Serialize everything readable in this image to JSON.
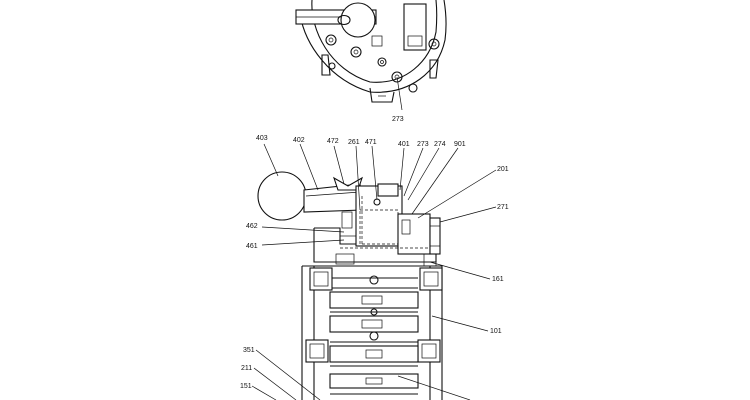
{
  "callouts": [
    {
      "id": "c273_top",
      "text": "273"
    },
    {
      "id": "c403",
      "text": "403"
    },
    {
      "id": "c402",
      "text": "402"
    },
    {
      "id": "c472",
      "text": "472"
    },
    {
      "id": "c261",
      "text": "261"
    },
    {
      "id": "c471",
      "text": "471"
    },
    {
      "id": "c401",
      "text": "401"
    },
    {
      "id": "c273",
      "text": "273"
    },
    {
      "id": "c274",
      "text": "274"
    },
    {
      "id": "c901",
      "text": "901"
    },
    {
      "id": "c201",
      "text": "201"
    },
    {
      "id": "c271",
      "text": "271"
    },
    {
      "id": "c462",
      "text": "462"
    },
    {
      "id": "c461",
      "text": "461"
    },
    {
      "id": "c161",
      "text": "161"
    },
    {
      "id": "c101",
      "text": "101"
    },
    {
      "id": "c351",
      "text": "351"
    },
    {
      "id": "c211",
      "text": "211"
    },
    {
      "id": "c151",
      "text": "151"
    }
  ]
}
